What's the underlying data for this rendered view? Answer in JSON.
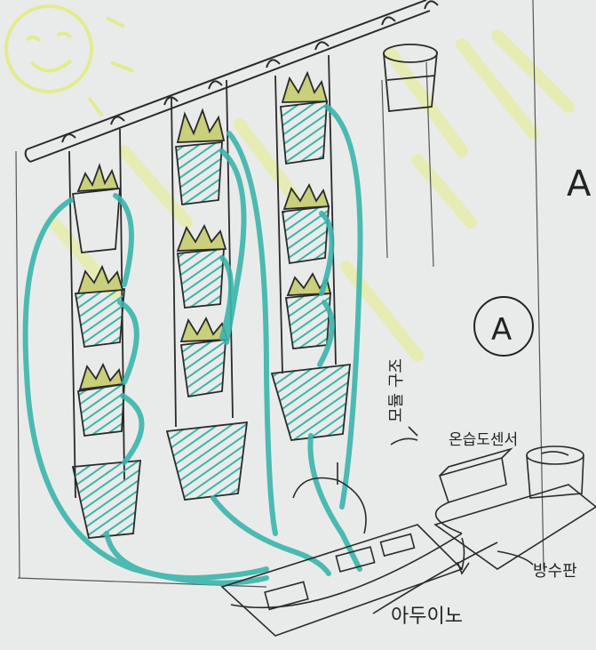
{
  "labels": {
    "corner_mark": "A",
    "circle_mark": "A",
    "vertical_note": "모듈 구조",
    "sensor": "온습도센서",
    "base": "방수판",
    "controller": "아두이노"
  },
  "colors": {
    "paper": "#e9ebea",
    "pencil": "#2a2a2a",
    "tube": "#3ab5ad",
    "plant": "#c9cf7a",
    "highlight": "#e6ee8a"
  },
  "icons": [
    "sun-icon"
  ]
}
